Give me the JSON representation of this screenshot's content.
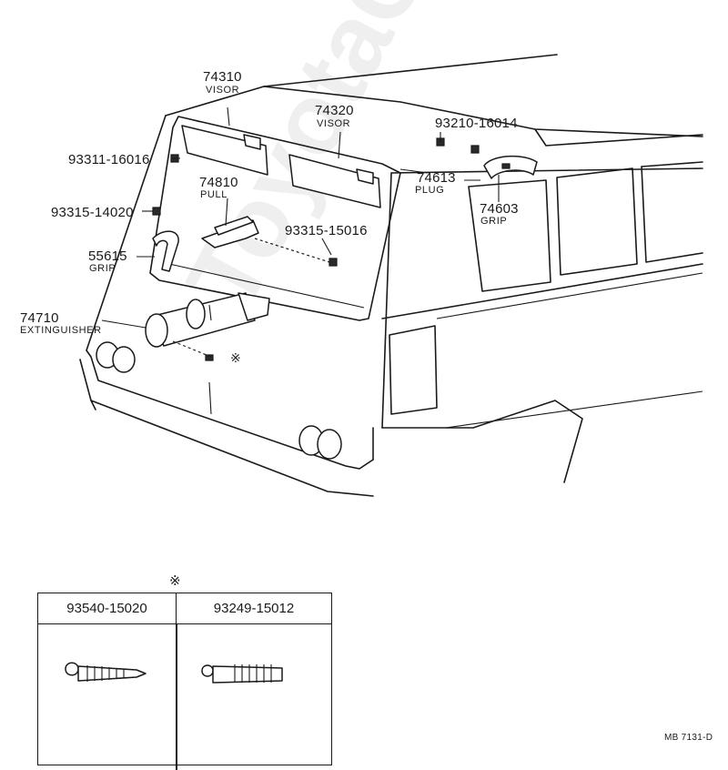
{
  "labels": {
    "visor_left_pn": "74310",
    "visor_left_name": "VISOR",
    "visor_right_pn": "74320",
    "visor_right_name": "VISOR",
    "bolt_top_pn": "93210-16014",
    "screw_visor_pn": "93311-16016",
    "pull_pn": "74810",
    "pull_name": "PULL",
    "plug_pn": "74613",
    "plug_name": "PLUG",
    "grip_right_pn": "74603",
    "grip_right_name": "GRIP",
    "screw_grip_pn": "93315-14020",
    "screw_pull_pn": "93315-15016",
    "grip_left_pn": "55615",
    "grip_left_name": "GRIP",
    "extinguisher_pn": "74710",
    "extinguisher_name": "EXTINGUISHER",
    "asterisk_mark": "※"
  },
  "detail_table": {
    "mark": "※",
    "col1": "93540-15020",
    "col2": "93249-15012"
  },
  "reference": "MB 7131-D",
  "watermark": "ToyotaCarMine.ru"
}
